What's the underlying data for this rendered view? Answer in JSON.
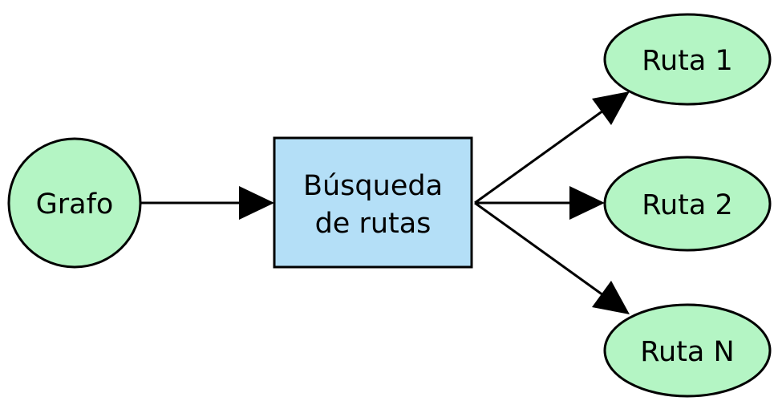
{
  "colors": {
    "ellipse_fill": "#b4f5c4",
    "box_fill": "#b4dff7",
    "stroke": "#000000",
    "background": "#ffffff"
  },
  "nodes": {
    "graph": {
      "label": "Grafo",
      "shape": "ellipse"
    },
    "search": {
      "label_line1": "Búsqueda",
      "label_line2": "de rutas",
      "shape": "rectangle"
    },
    "route1": {
      "label": "Ruta 1",
      "shape": "ellipse"
    },
    "route2": {
      "label": "Ruta 2",
      "shape": "ellipse"
    },
    "routeN": {
      "label": "Ruta N",
      "shape": "ellipse"
    }
  }
}
